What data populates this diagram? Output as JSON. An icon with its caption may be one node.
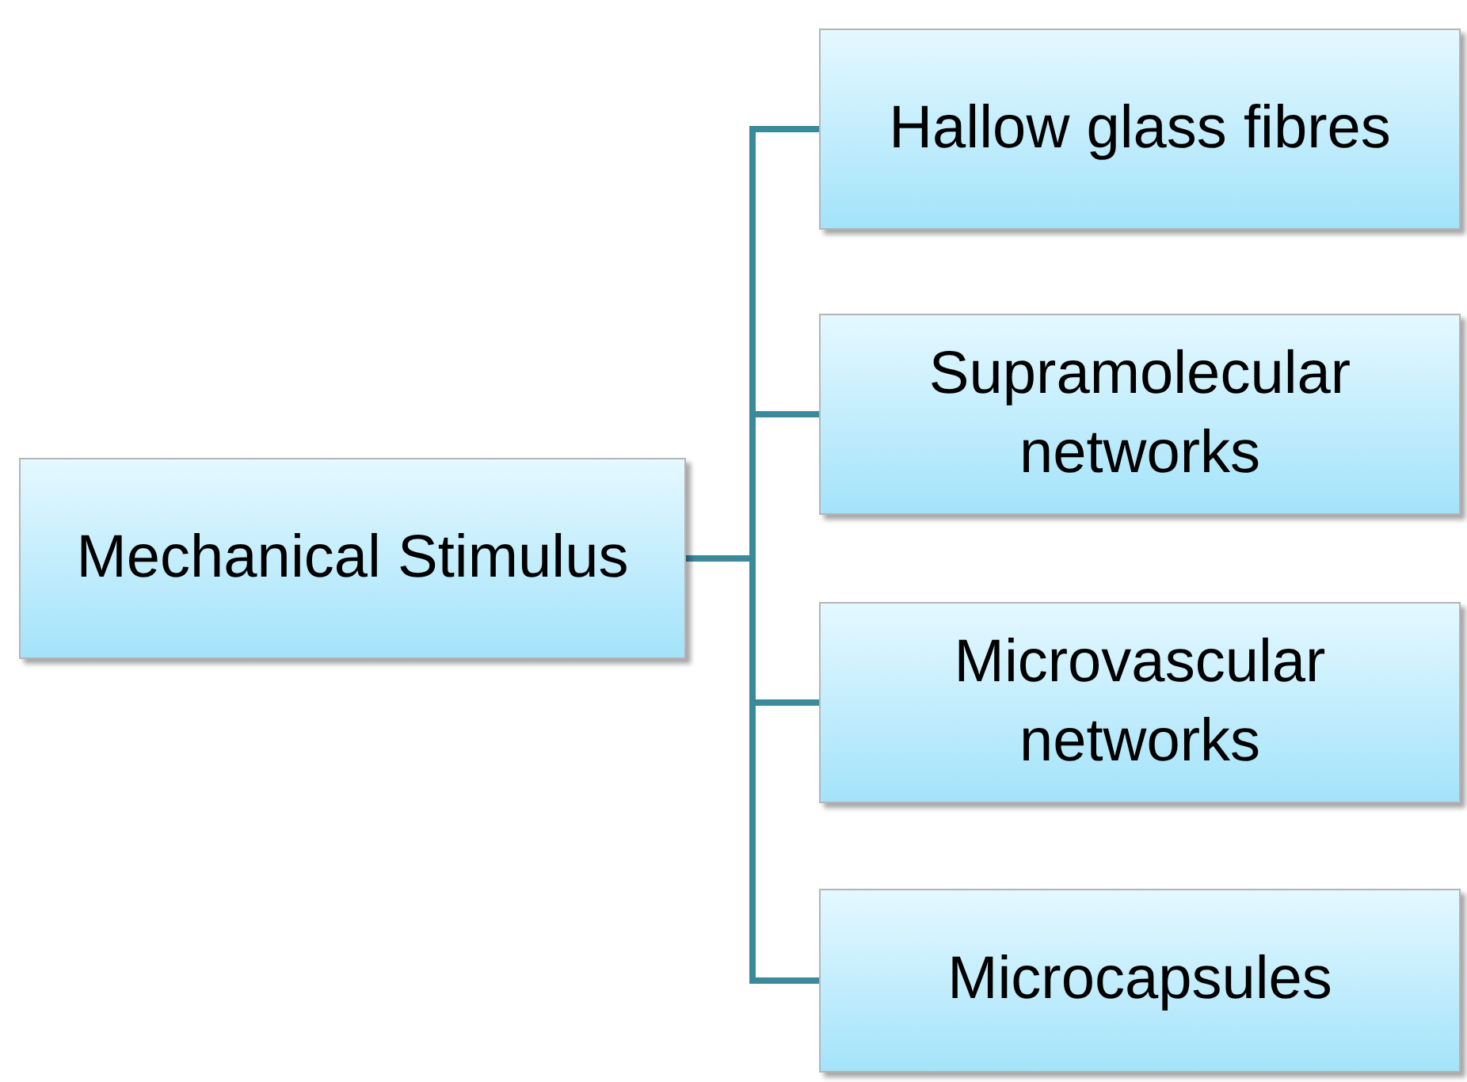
{
  "diagram": {
    "nodes": [
      {
        "text": [
          "Mechanical Stimulus"
        ]
      },
      {
        "text": [
          "Hallow glass fibres"
        ]
      },
      {
        "text": [
          "Supramolecular networks"
        ]
      },
      {
        "text": [
          "Microvascular networks"
        ]
      },
      {
        "text": [
          "Microcapsules"
        ]
      }
    ],
    "edges": [
      {
        "from": 0,
        "to": 1,
        "arrow": "none"
      },
      {
        "from": 0,
        "to": 2,
        "arrow": "none"
      },
      {
        "from": 0,
        "to": 3,
        "arrow": "none"
      },
      {
        "from": 0,
        "to": 4,
        "arrow": "none"
      }
    ]
  }
}
